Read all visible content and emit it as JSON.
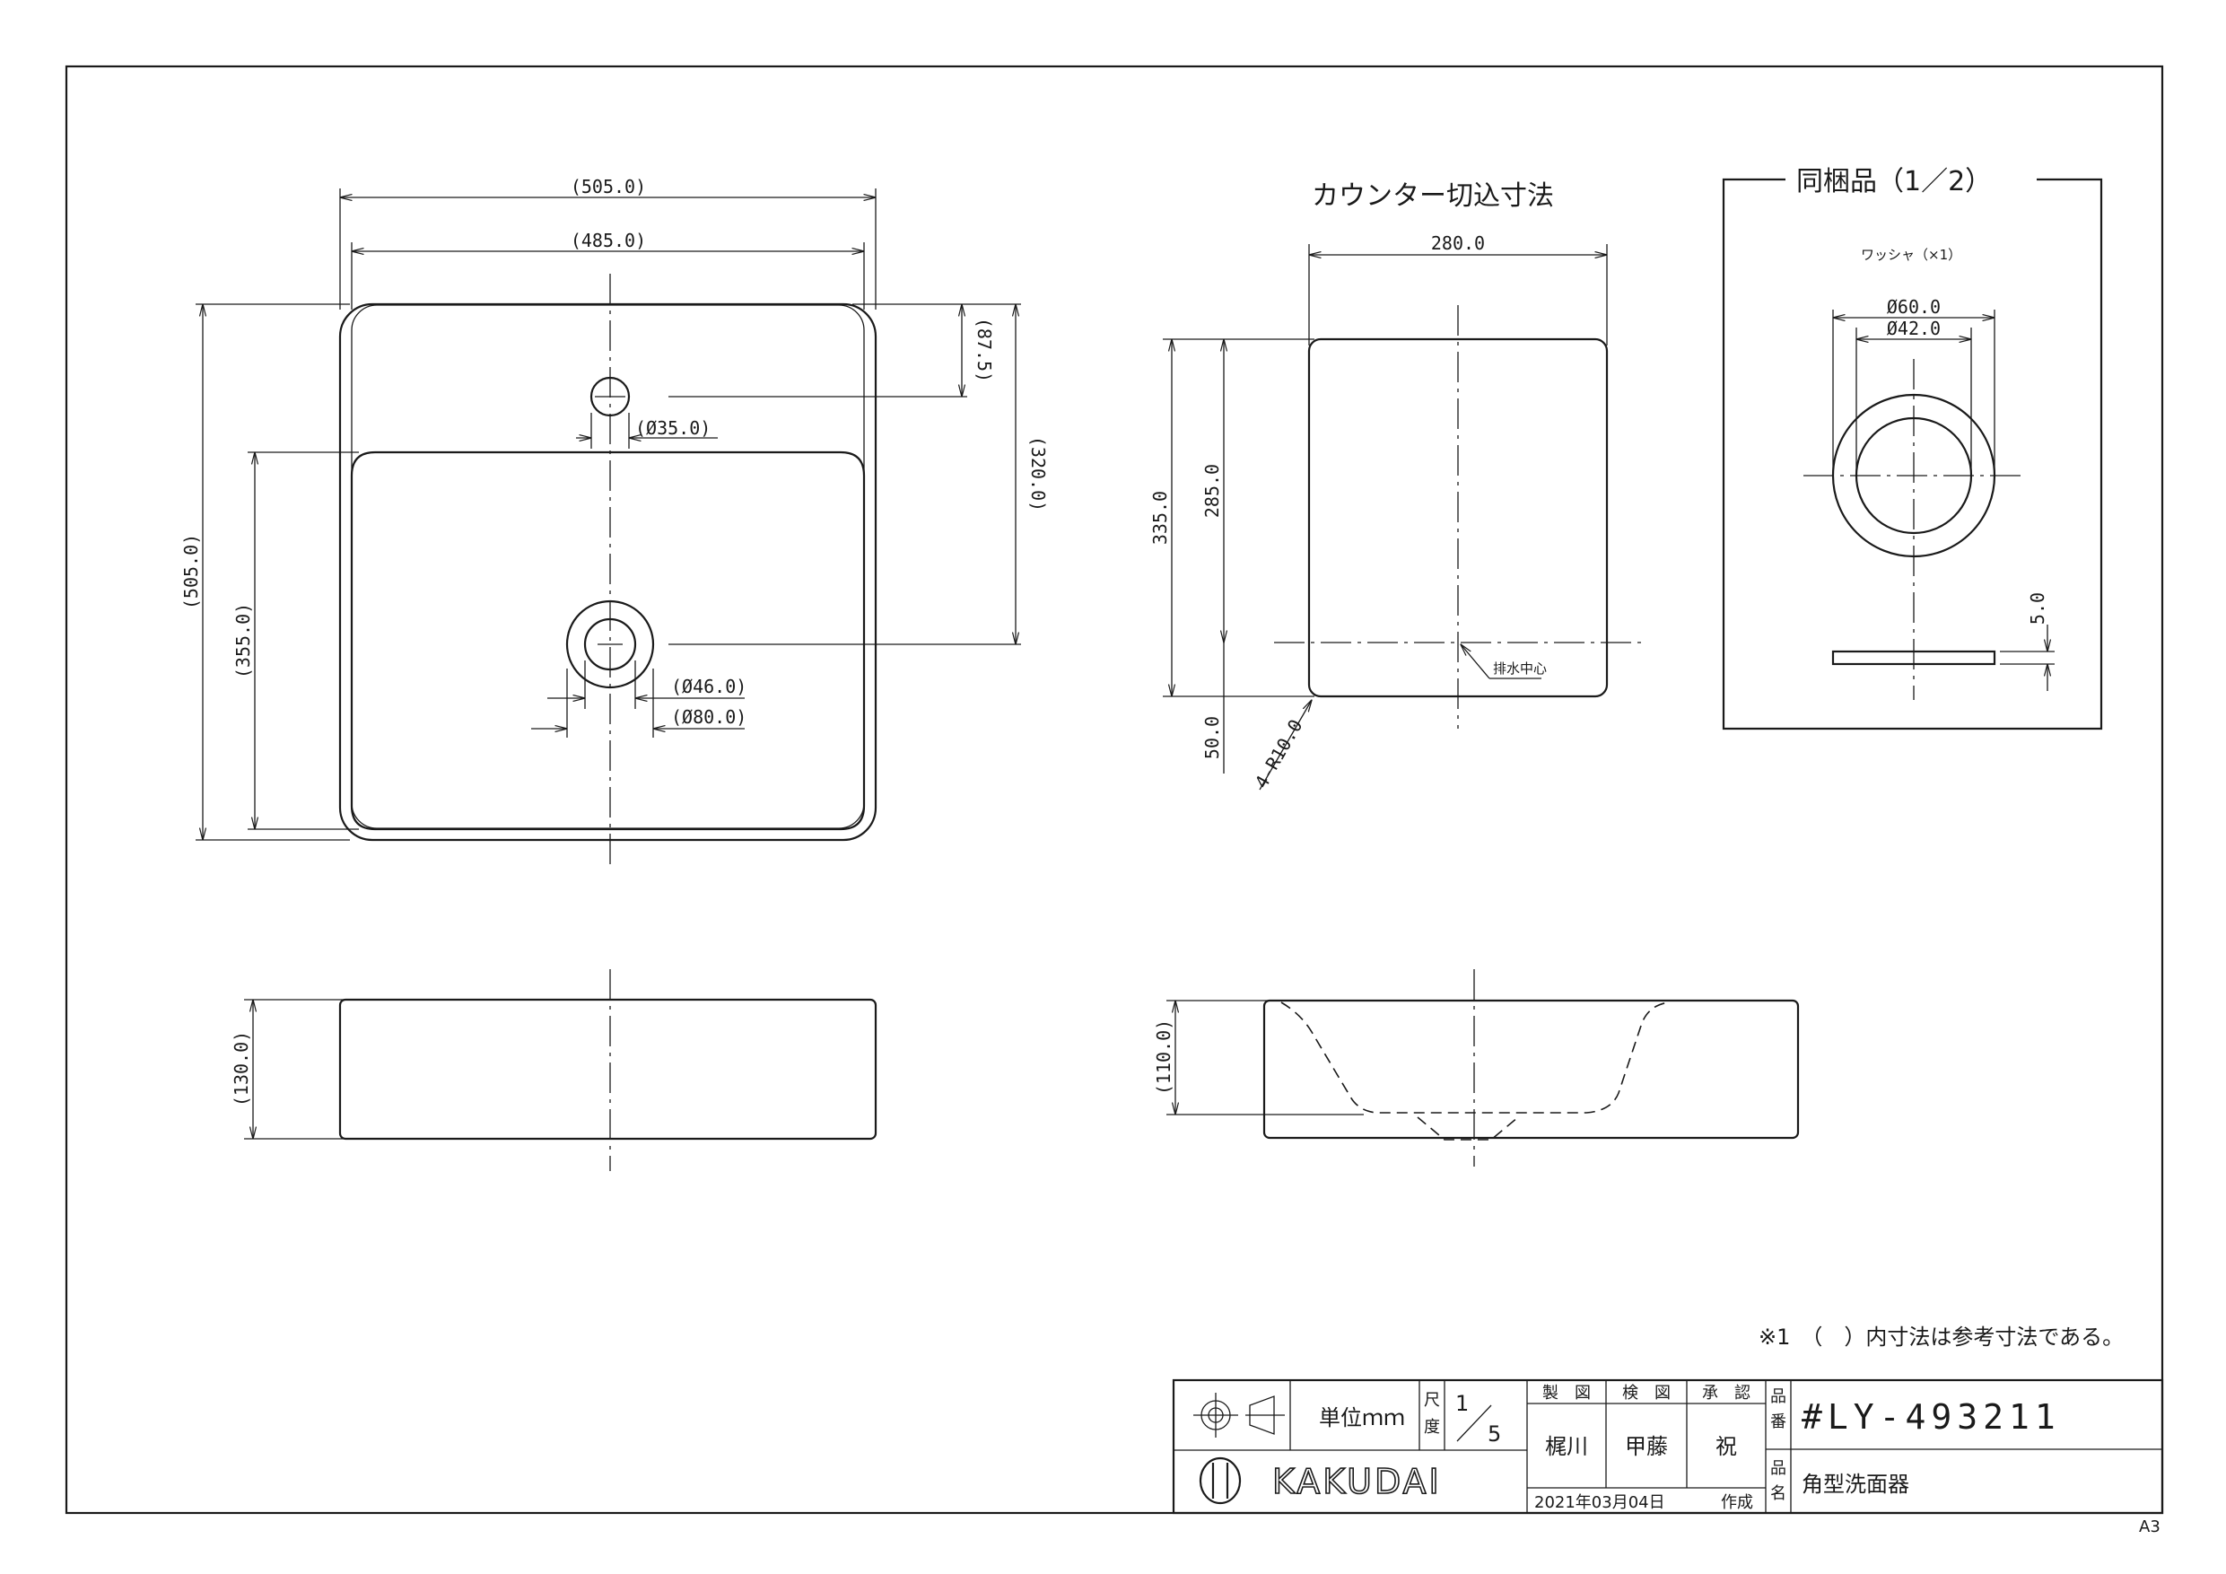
{
  "views": {
    "top": {
      "dims": {
        "outer_width": "(505.0)",
        "inner_width": "(485.0)",
        "tap_offset": "(87.5)",
        "drain_offset": "(320.0)",
        "outer_depth": "(505.0)",
        "inner_depth": "(355.0)",
        "tap_hole": "(Ø35.0)",
        "drain_inner": "(Ø46.0)",
        "drain_outer": "(Ø80.0)"
      }
    },
    "front": {
      "dims": {
        "height": "(130.0)"
      }
    },
    "counter_cutout": {
      "title": "カウンター切込寸法",
      "dims": {
        "width": "280.0",
        "depth": "335.0",
        "drain_position": "285.0",
        "back_offset": "50.0",
        "corner_radius": "4-R10.0"
      },
      "drain_center_label": "排水中心"
    },
    "section": {
      "dims": {
        "depth": "(110.0)"
      }
    },
    "accessory": {
      "title": "同梱品（1／2）",
      "item": "ワッシャ（×1）",
      "dims": {
        "outer": "Ø60.0",
        "inner": "Ø42.0",
        "thickness": "5.0"
      }
    }
  },
  "note": "※1　（　）内寸法は参考寸法である。",
  "title_block": {
    "unit_label": "単位ｍｍ",
    "scale_label_top": "尺",
    "scale_label_bottom": "度",
    "scale_num": "1",
    "scale_den": "5",
    "roles": {
      "drawn": "製　図",
      "checked": "検　図",
      "approved": "承　認"
    },
    "names": {
      "drawn": "梶川",
      "checked": "甲藤",
      "approved": "祝"
    },
    "date": "2021年03月04日",
    "created_label": "作成",
    "part_no_label_1": "品",
    "part_no_label_2": "番",
    "part_no": "#LY-493211",
    "part_name_label_1": "品",
    "part_name_label_2": "名",
    "part_name": "角型洗面器",
    "brand": "KAKUDAI"
  },
  "sheet_size": "A3"
}
